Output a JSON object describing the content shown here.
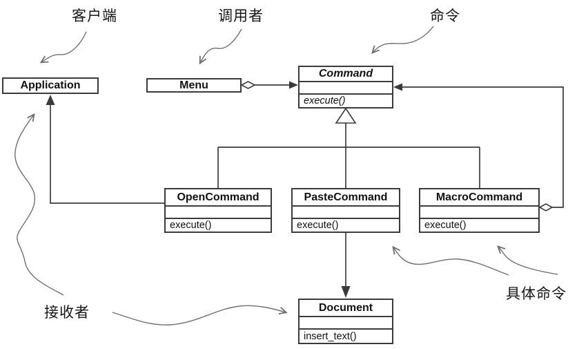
{
  "diagram_type": "uml-class-diagram-command-pattern",
  "annotations": {
    "client": "客户端",
    "invoker": "调用者",
    "command": "命令",
    "receiver": "接收者",
    "concrete_command": "具体命令"
  },
  "classes": {
    "application": {
      "name": "Application"
    },
    "menu": {
      "name": "Menu"
    },
    "command": {
      "name": "Command",
      "method": "execute()"
    },
    "open_command": {
      "name": "OpenCommand",
      "method": "execute()"
    },
    "paste_command": {
      "name": "PasteCommand",
      "method": "execute()"
    },
    "macro_command": {
      "name": "MacroCommand",
      "method": "execute()"
    },
    "document": {
      "name": "Document",
      "method": "insert_text()"
    }
  },
  "relationships": [
    "Menu aggregates Command (diamond + arrow)",
    "MacroCommand aggregates Command (diamond + loop arrow)",
    "OpenCommand, PasteCommand, MacroCommand inherit Command (hollow triangle)",
    "OpenCommand points to Application (solid arrow)",
    "PasteCommand points to Document (solid arrow)"
  ],
  "colors": {
    "line": "#3a3a3a",
    "annotation": "#6e6e6e",
    "text": "#111111",
    "background": "#ffffff"
  }
}
